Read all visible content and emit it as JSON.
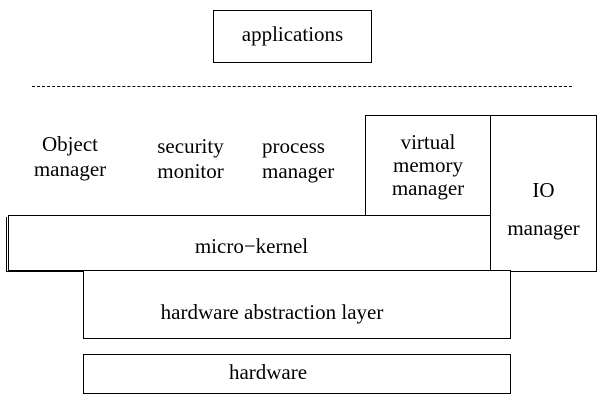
{
  "diagram": {
    "applications": "applications",
    "kernel_modules": {
      "object_manager": "Object\nmanager",
      "security_monitor": "security\nmonitor",
      "process_manager": "process\nmanager",
      "virtual_memory_manager": "virtual\nmemory\nmanager",
      "io_manager": "IO\nmanager"
    },
    "micro_kernel": "micro−kernel",
    "hal": "hardware abstraction layer",
    "hardware": "hardware"
  }
}
